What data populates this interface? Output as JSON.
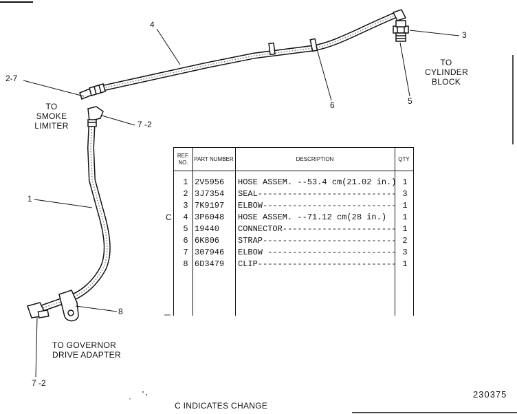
{
  "callouts": {
    "c4": "4",
    "c3": "3",
    "c2_7": "2-7",
    "c6": "6",
    "c5": "5",
    "c7_2_top": "7 -2",
    "c1": "1",
    "c8": "8",
    "c7_2_bottom": "7 -2"
  },
  "labels": {
    "to_cylinder_block": "TO CYLINDER BLOCK",
    "to_smoke_limiter": "TO SMOKE LIMITER",
    "to_governor": "TO GOVERNOR DRIVE ADAPTER"
  },
  "table": {
    "headers": {
      "ref": "REF. NO.",
      "part": "PART NUMBER",
      "desc": "DESCRIPTION",
      "qty": "QTY"
    },
    "rows": [
      {
        "ref": "1",
        "part": "2V5956",
        "desc": "HOSE ASSEM. --53.4 cm(21.02 in.)",
        "qty": "1"
      },
      {
        "ref": "2",
        "part": "3J7354",
        "desc": "SEAL----------------------------",
        "qty": "3"
      },
      {
        "ref": "3",
        "part": "7K9197",
        "desc": "ELBOW---------------------------",
        "qty": "1"
      },
      {
        "ref": "4",
        "part": "3P6048",
        "desc": "HOSE ASSEM. --71.12 cm(28 in.)",
        "qty": "1"
      },
      {
        "ref": "5",
        "part": "19440",
        "desc": "CONNECTOR-----------------------",
        "qty": "1"
      },
      {
        "ref": "6",
        "part": "6K806",
        "desc": "STRAP---------------------------",
        "qty": "2"
      },
      {
        "ref": "7",
        "part": "307946",
        "desc": "ELBOW --------------------------",
        "qty": "3"
      },
      {
        "ref": "8",
        "part": "6D3479",
        "desc": "CLIP----------------------------",
        "qty": "1"
      }
    ],
    "change_mark": "C"
  },
  "doc_number": "230375",
  "legend": "C INDICATES CHANGE"
}
